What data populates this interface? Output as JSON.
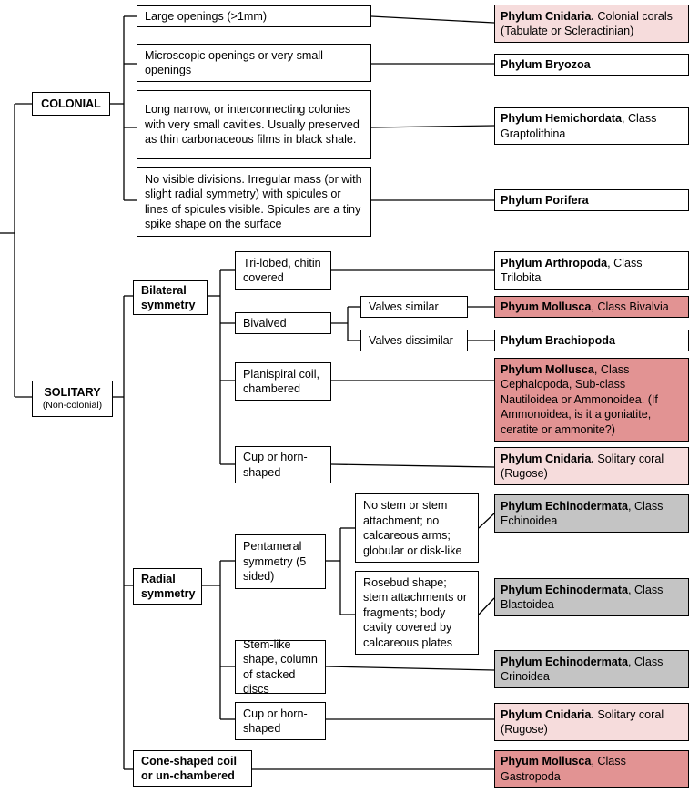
{
  "groups": {
    "colonial": "COLONIAL",
    "solitary": "SOLITARY",
    "solitary_sub": "(Non-colonial)"
  },
  "subgroups": {
    "bilateral": "Bilateral symmetry",
    "radial": "Radial symmetry",
    "cone": "Cone-shaped coil or un-chambered"
  },
  "features": {
    "large_openings": "Large openings  (>1mm)",
    "microscopic": "Microscopic openings or very small openings",
    "long_narrow": "Long narrow, or interconnecting colonies with very small cavities.  Usually preserved as thin carbonaceous films in black shale.",
    "no_divisions": "No visible divisions.  Irregular mass (or with slight radial symmetry) with spicules or lines of spicules visible.  Spicules are a tiny spike shape on the surface",
    "trilobed": "Tri-lobed, chitin covered",
    "bivalved": "Bivalved",
    "valves_similar": "Valves similar",
    "valves_dissimilar": "Valves dissimilar",
    "planispiral": "Planispiral coil, chambered",
    "cup_bilateral": "Cup or horn-shaped",
    "pentameral": "Pentameral symmetry (5 sided)",
    "no_stem": "No stem or stem attachment; no calcareous arms; globular or disk-like",
    "rosebud": "Rosebud shape; stem attachments or fragments; body cavity covered by calcareous plates",
    "stem_like": "Stem-like shape, column of stacked discs",
    "cup_radial": "Cup or horn-shaped"
  },
  "results": {
    "cnidaria_colonial": {
      "bold": "Phylum Cnidaria.",
      "rest": " Colonial corals (Tabulate or Scleractinian)",
      "color": "#f6dcdc"
    },
    "bryozoa": {
      "bold": "Phylum Bryozoa",
      "rest": "",
      "color": "#ffffff"
    },
    "hemichordata": {
      "bold": "Phylum Hemichordata",
      "rest": ", Class Graptolithina",
      "color": "#ffffff"
    },
    "porifera": {
      "bold": "Phylum Porifera",
      "rest": "",
      "color": "#ffffff"
    },
    "arthropoda": {
      "bold": "Phylum Arthropoda",
      "rest": ", Class Trilobita",
      "color": "#ffffff"
    },
    "bivalvia": {
      "bold": "Phyum Mollusca",
      "rest": ", Class Bivalvia",
      "color": "#e29393"
    },
    "brachiopoda": {
      "bold": "Phylum Brachiopoda",
      "rest": "",
      "color": "#ffffff"
    },
    "cephalopoda": {
      "bold": "Phylum Mollusca",
      "rest": ", Class Cephalopoda, Sub-class Nautiloidea or Ammonoidea. (If Ammonoidea, is it a goniatite, ceratite or ammonite?)",
      "color": "#e29393"
    },
    "cnidaria_solitary_1": {
      "bold": "Phylum Cnidaria.",
      "rest": " Solitary coral (Rugose)",
      "color": "#f6dcdc"
    },
    "echinoidea": {
      "bold": "Phylum Echinodermata",
      "rest": ", Class Echinoidea",
      "color": "#c4c4c4"
    },
    "blastoidea": {
      "bold": "Phylum Echinodermata",
      "rest": ", Class Blastoidea",
      "color": "#c4c4c4"
    },
    "crinoidea": {
      "bold": "Phylum Echinodermata",
      "rest": ", Class Crinoidea",
      "color": "#c4c4c4"
    },
    "cnidaria_solitary_2": {
      "bold": "Phylum Cnidaria.",
      "rest": " Solitary coral (Rugose)",
      "color": "#f6dcdc"
    },
    "gastropoda": {
      "bold": "Phyum Mollusca",
      "rest": ", Class Gastropoda",
      "color": "#e29393"
    }
  }
}
